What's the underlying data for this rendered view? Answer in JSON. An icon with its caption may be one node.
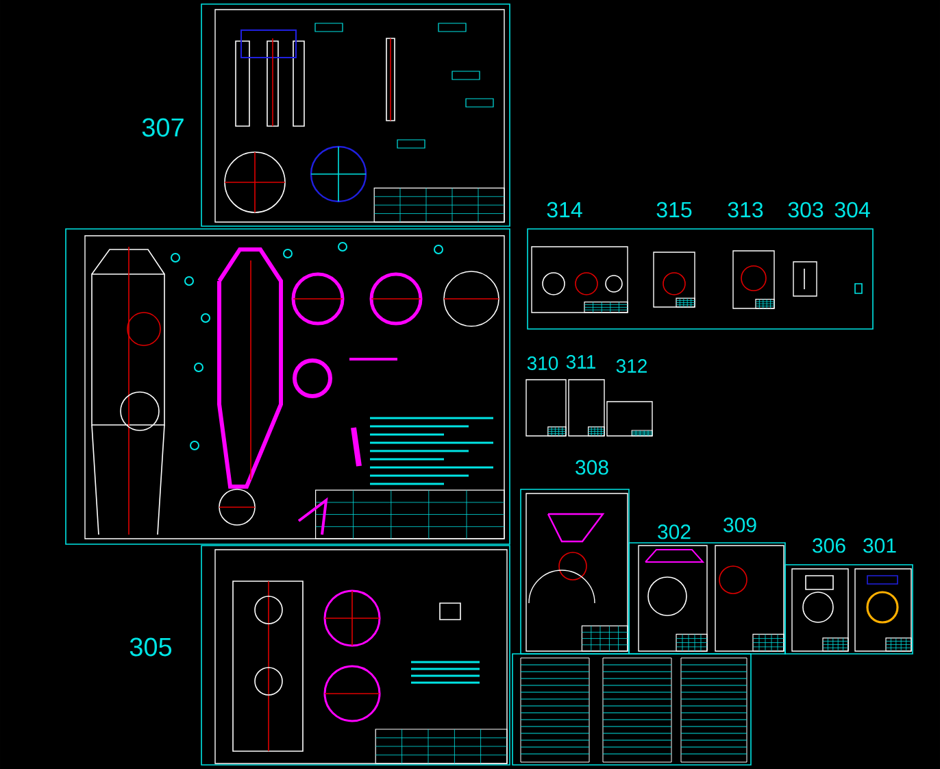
{
  "diagram": {
    "labels": [
      "307",
      "314",
      "315",
      "313",
      "303",
      "304",
      "310",
      "311",
      "312",
      "308",
      "302",
      "309",
      "306",
      "301",
      "305"
    ]
  }
}
